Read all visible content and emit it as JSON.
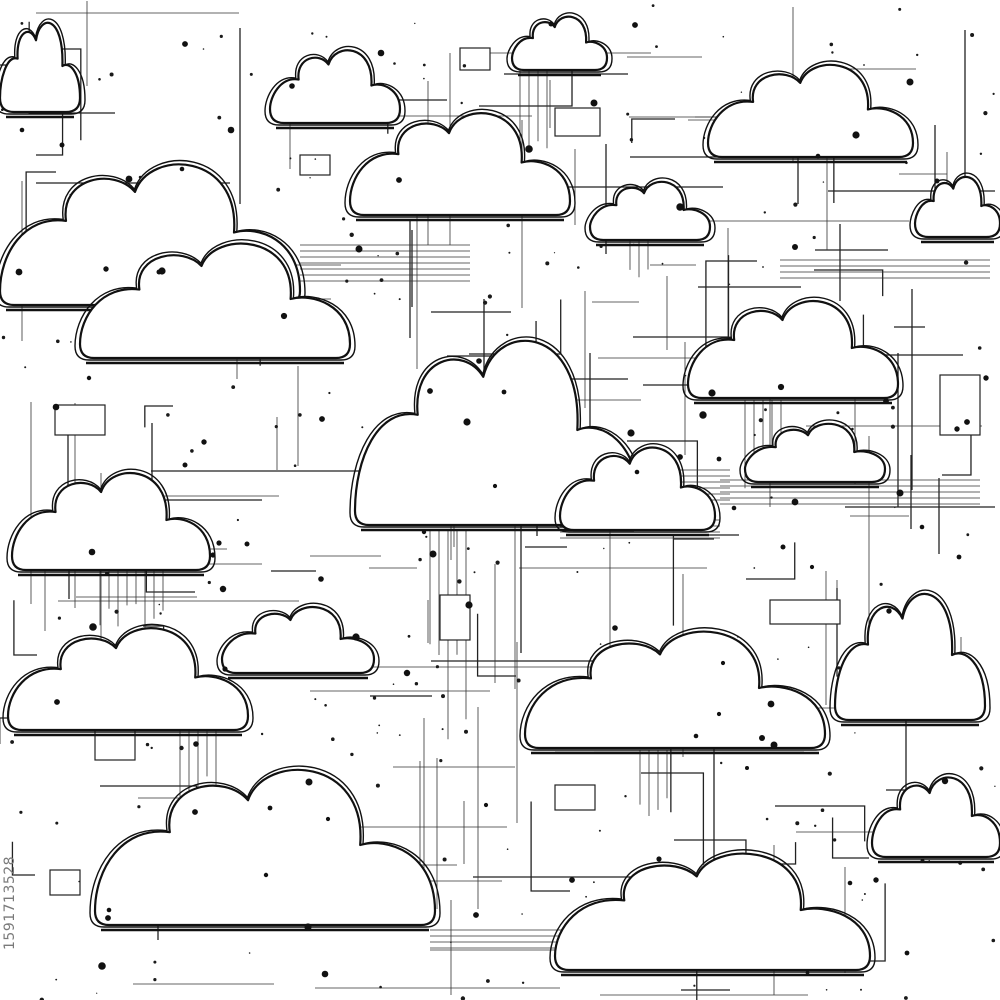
{
  "watermark": {
    "id_text": "1591713528"
  },
  "colors": {
    "ink": "#111111",
    "paper": "#ffffff",
    "watermark": "#7a7a7a"
  },
  "illustration": {
    "style": "line-art",
    "motifs": [
      "cloud-icon",
      "circuit-trace",
      "circuit-node",
      "chip-rectangle",
      "ink-speck"
    ]
  }
}
